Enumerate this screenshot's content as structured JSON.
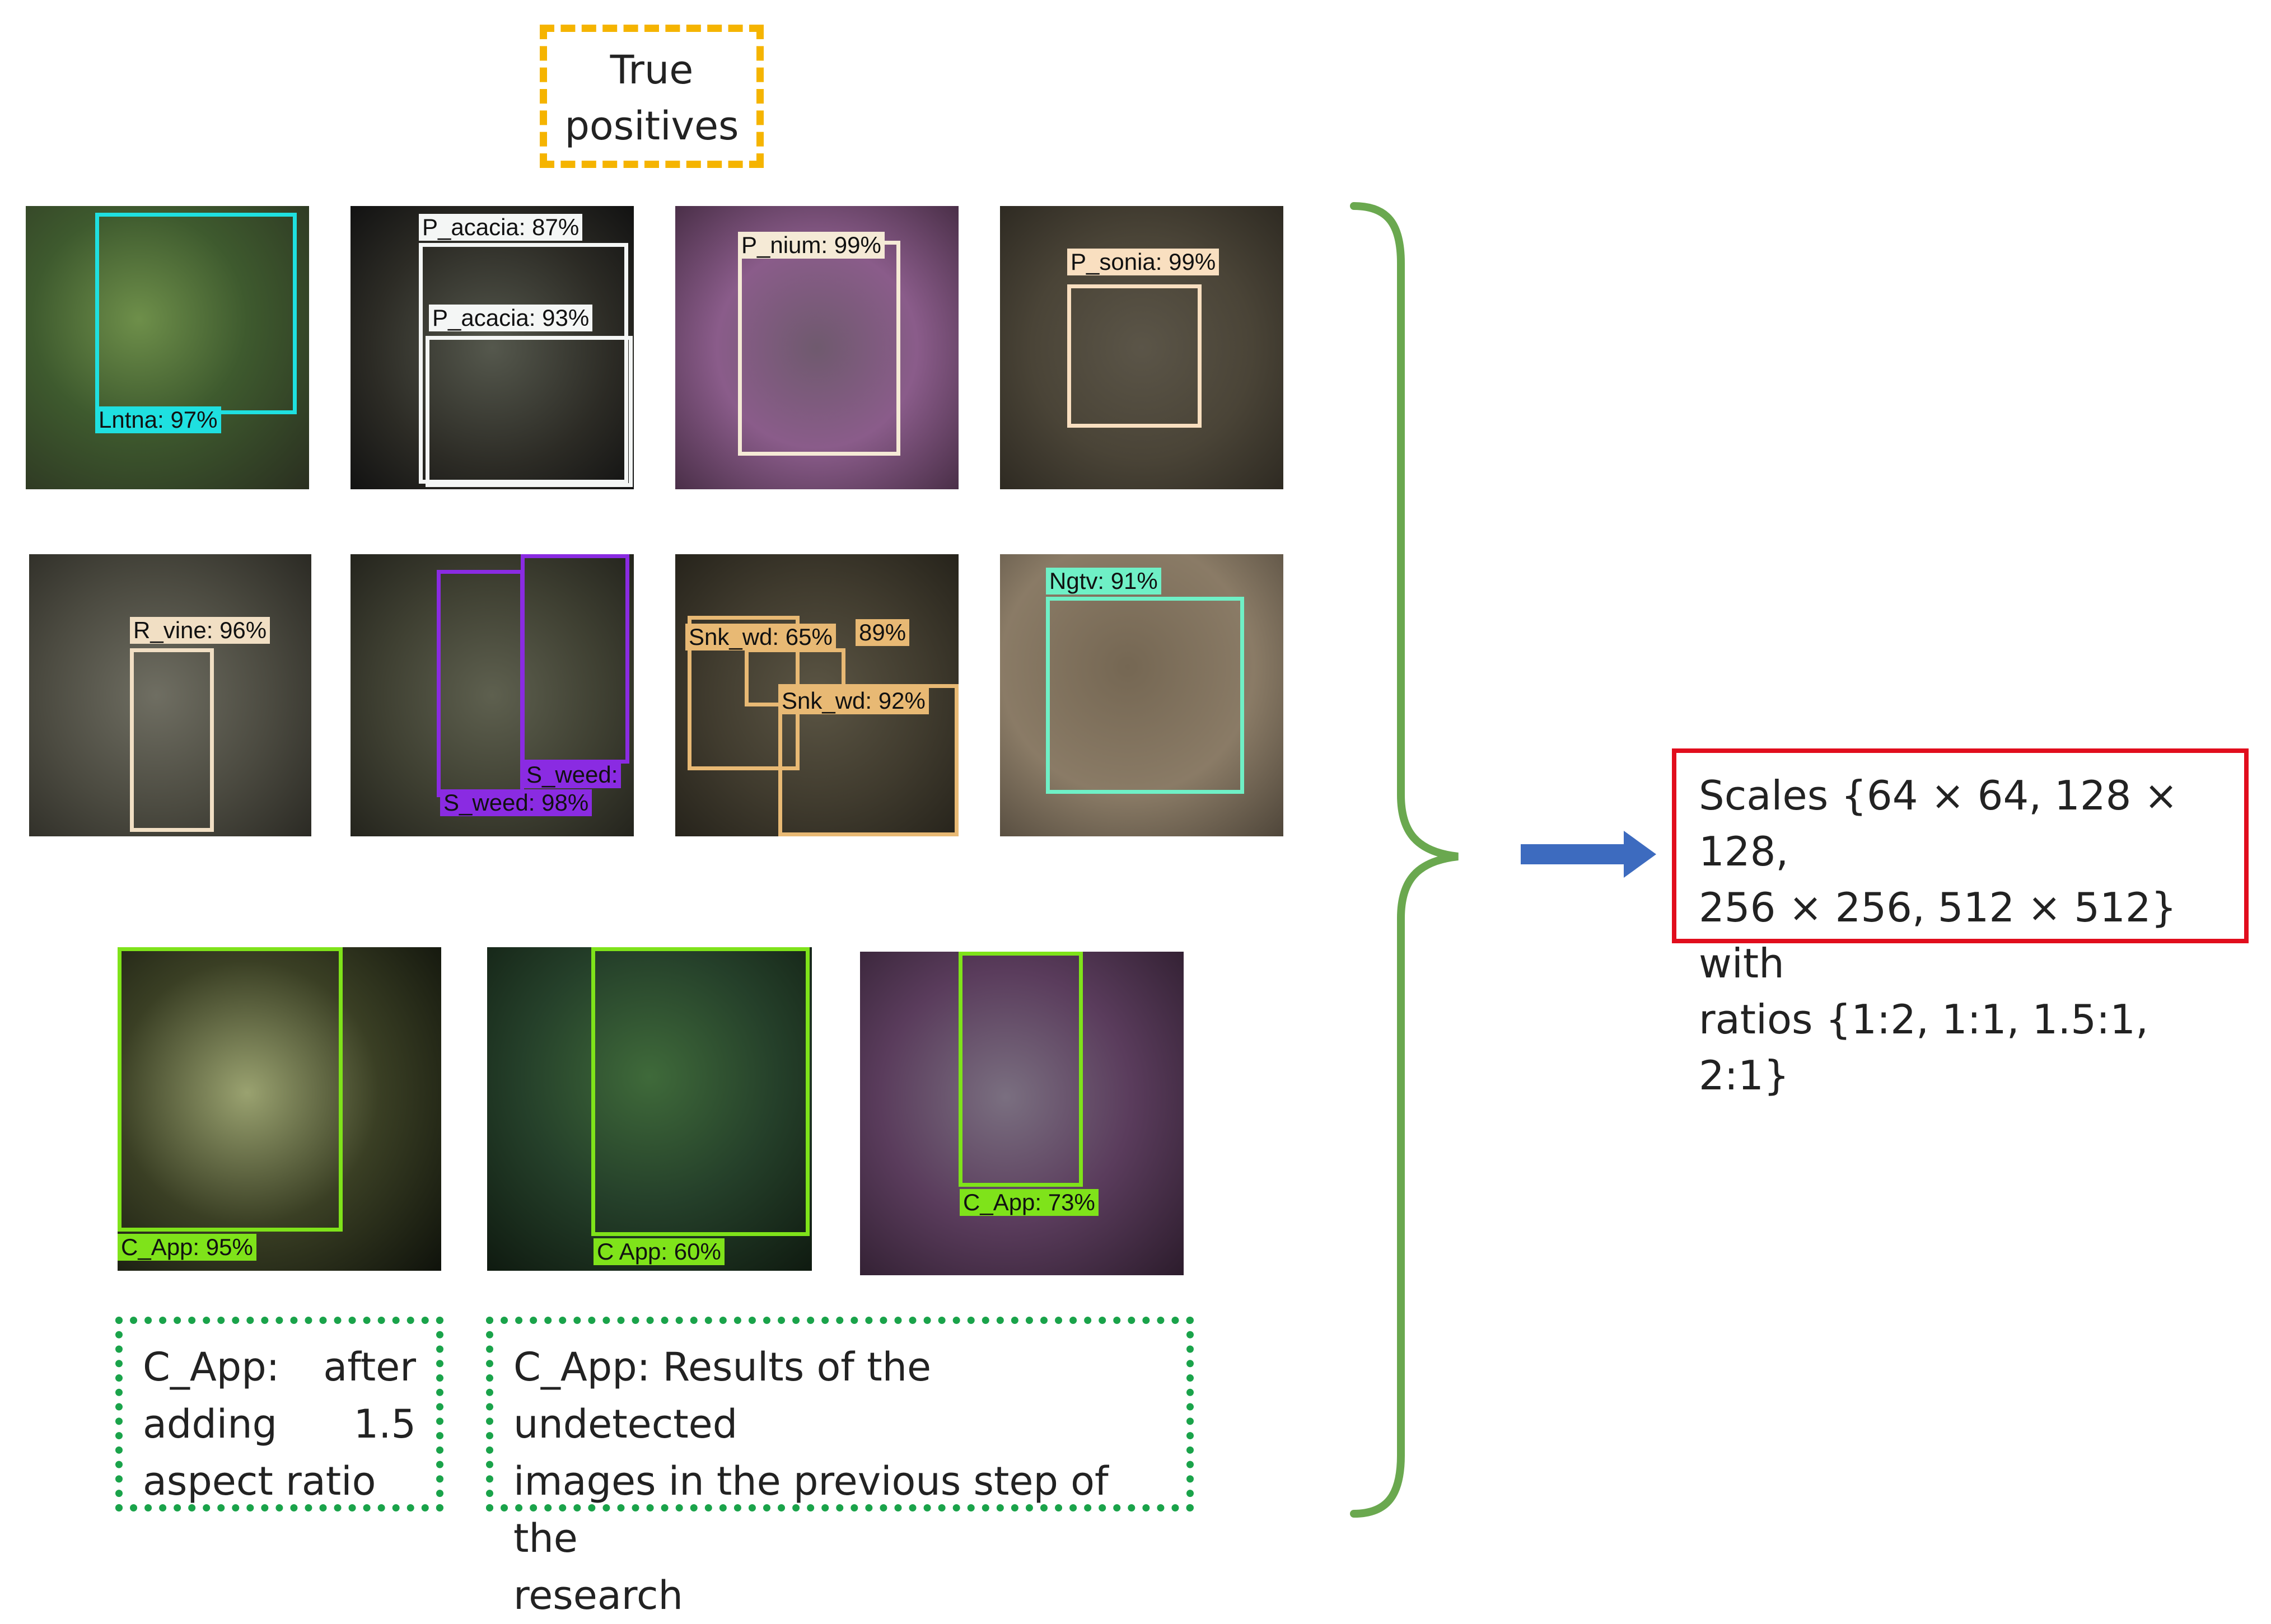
{
  "title_box": {
    "line1": "True",
    "line2": "positives"
  },
  "detections": {
    "lntna": "Lntna: 97%",
    "p_acacia_1": "P_acacia: 87%",
    "p_acacia_2": "P_acacia: 93%",
    "p_nium": "P_nium: 99%",
    "p_sonia": "P_sonia: 99%",
    "r_vine": "R_vine: 96%",
    "s_weed_1": "S_weed:",
    "s_weed_2": "S_weed: 98%",
    "snk_wd_1": "Snk_wd: 65%",
    "snk_wd_pct": "89%",
    "snk_wd_2": "Snk_wd: 92%",
    "ngtv": "Ngtv: 91%",
    "c_app_1": "C_App: 95%",
    "c_app_2": "C  App: 60%",
    "c_app_3": "C_App: 73%"
  },
  "captions": {
    "left": [
      "C_App:",
      "after",
      "adding",
      "1.5",
      "aspect ratio"
    ],
    "right": [
      "C_App: Results of the undetected",
      "images in the previous step of the",
      "research"
    ]
  },
  "scales_box": {
    "line1": "Scales {64 × 64, 128 × 128,",
    "line2": "256 × 256, 512 × 512} with",
    "line3": "ratios {1:2, 1:1, 1.5:1, 2:1}"
  },
  "colors": {
    "title_border": "#f5b400",
    "caption_border": "#1aa34a",
    "scales_border": "#e10d1d",
    "brace": "#6aa84f",
    "arrow": "#3d6bbf",
    "lntna": "#1fe0e0",
    "p_acacia": "#f4f6f5",
    "p_nium": "#f5ead6",
    "p_sonia": "#f9dfc0",
    "r_vine": "#f1dfc4",
    "s_weed": "#8a2be2",
    "snk_wd": "#e8b974",
    "ngtv": "#6ff0c6",
    "c_app": "#7fe31a"
  }
}
